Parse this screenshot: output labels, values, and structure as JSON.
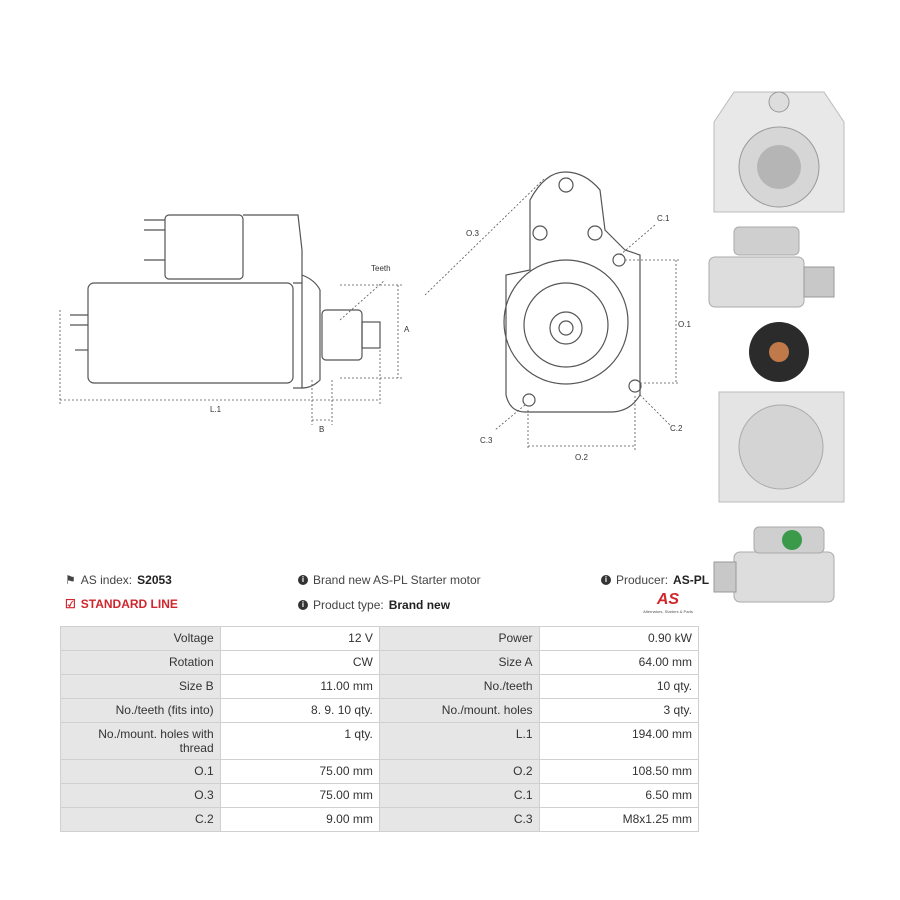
{
  "header": {
    "as_index_label": "AS index:",
    "as_index_value": "S2053",
    "description": "Brand new AS-PL Starter motor",
    "producer_label": "Producer:",
    "producer_value": "AS-PL",
    "line_label": "STANDARD LINE",
    "product_type_label": "Product type:",
    "product_type_value": "Brand new"
  },
  "logo": {
    "text": "AS",
    "tagline": "Alternators, Starters & Parts"
  },
  "drawing_labels": {
    "teeth": "Teeth",
    "a": "A",
    "b": "B",
    "l1": "L.1",
    "o1": "O.1",
    "o2": "O.2",
    "o3": "O.3",
    "c1": "C.1",
    "c2": "C.2",
    "c3": "C.3"
  },
  "specs": [
    {
      "l1": "Voltage",
      "v1": "12 V",
      "l2": "Power",
      "v2": "0.90 kW"
    },
    {
      "l1": "Rotation",
      "v1": "CW",
      "l2": "Size A",
      "v2": "64.00 mm"
    },
    {
      "l1": "Size B",
      "v1": "11.00 mm",
      "l2": "No./teeth",
      "v2": "10 qty."
    },
    {
      "l1": "No./teeth (fits into)",
      "v1": "8. 9. 10 qty.",
      "l2": "No./mount. holes",
      "v2": "3 qty."
    },
    {
      "l1": "No./mount. holes with thread",
      "v1": "1 qty.",
      "l2": "L.1",
      "v2": "194.00 mm"
    },
    {
      "l1": "O.1",
      "v1": "75.00 mm",
      "l2": "O.2",
      "v2": "108.50 mm"
    },
    {
      "l1": "O.3",
      "v1": "75.00 mm",
      "l2": "C.1",
      "v2": "6.50 mm"
    },
    {
      "l1": "C.2",
      "v1": "9.00 mm",
      "l2": "C.3",
      "v2": "M8x1.25 mm"
    }
  ],
  "colors": {
    "accent": "#d0262d",
    "label_bg": "#e6e6e6",
    "border": "#d0d0d0"
  }
}
